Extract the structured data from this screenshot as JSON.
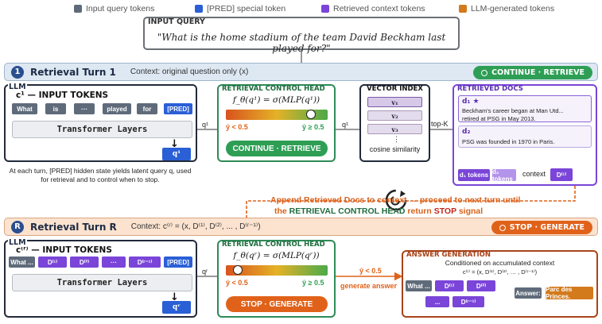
{
  "legend": [
    {
      "label": "Input query tokens",
      "color": "#5f6b7a"
    },
    {
      "label": "[PRED] special token",
      "color": "#2a5fd6"
    },
    {
      "label": "Retrieved context tokens",
      "color": "#7a45d8"
    },
    {
      "label": "LLM-generated tokens",
      "color": "#d27a1c"
    }
  ],
  "query": {
    "label": "INPUT QUERY",
    "text": "\"What is the home stadium of the team David Beckham last played for?\""
  },
  "turn1": {
    "badge": "1",
    "title": "Retrieval Turn 1",
    "context": "Context: original question only (x)",
    "status": "CONTINUE · RETRIEVE",
    "llm_tag": "LLM",
    "input_title": "c¹ — INPUT TOKENS",
    "tokens": [
      "What",
      "is",
      "···",
      "played",
      "for",
      "[PRED]"
    ],
    "transformer": "Transformer Layers",
    "q_label": "q¹",
    "edge_q_to_head": "q¹",
    "edge_q_to_index": "q¹",
    "head_title": "RETRIEVAL CONTROL HEAD",
    "formula": "f_θ(q¹) = σ(MLP(q¹))",
    "thr_low": "ŷ < 0.5",
    "thr_high": "ŷ ≥ 0.5",
    "action": "CONTINUE · RETRIEVE",
    "index_title": "VECTOR INDEX",
    "vectors": [
      "v₁",
      "v₂",
      "v₃"
    ],
    "vec_dots": "⋮",
    "cosine": "cosine similarity",
    "topk": "top-K",
    "docs_title": "RETRIEVED DOCS",
    "doc1_head": "d₁ ★",
    "doc1_text": "Beckham's career began at Man Utd... retired at PSG in May 2013.",
    "doc2_head": "d₂",
    "doc2_text": "PSG was founded in 1970 in Paris.",
    "d1_tokens": "d₁ tokens",
    "d2_tokens": "d₂ tokens",
    "context_word": "context",
    "context_token": "D⁽¹⁾",
    "note": "At each turn, [PRED] hidden state yields latent query q, used for retrieval and to control when to stop."
  },
  "append_line1": "Append Retrieved Docs to context → proceed to next turn until",
  "append_line2_pre": "the ",
  "append_line2_head": "RETRIEVAL CONTROL HEAD",
  "append_line2_mid": " return ",
  "append_line2_stop": "STOP",
  "append_line2_post": " signal",
  "turnR": {
    "badge": "R",
    "title": "Retrieval Turn R",
    "context": "Context: c⁽ʳ⁾ = (x, D⁽¹⁾, D⁽²⁾, ... , D⁽ʳ⁻¹⁾)",
    "status": "STOP · GENERATE",
    "llm_tag": "LLM",
    "input_title": "c⁽ʳ⁾ — INPUT TOKENS",
    "tokens": [
      "What ...",
      "D⁽¹⁾",
      "D⁽²⁾",
      "···",
      "D⁽ʳ⁻¹⁾",
      "[PRED]"
    ],
    "transformer": "Transformer Layers",
    "q_label": "qʳ",
    "edge_q_to_head": "qʳ",
    "head_title": "RETRIEVAL CONTROL HEAD",
    "formula": "f_θ(qʳ) = σ(MLP(qʳ))",
    "thr_low": "ŷ < 0.5",
    "thr_high": "ŷ ≥ 0.5",
    "action": "STOP · GENERATE",
    "edge_low": "ŷ < 0.5",
    "edge_gen": "generate answer",
    "ans_title": "ANSWER GENERATION",
    "ans_sub": "Conditioned on accumulated context",
    "ans_formula": "c⁽ʳ⁾ = (x, D⁽¹⁾, D⁽²⁾, … , D⁽ʳ⁻¹⁾)",
    "ans_tokens_row1": [
      "What ...",
      "D⁽¹⁾",
      "D⁽²⁾"
    ],
    "ans_tokens_row2": [
      "...",
      "D⁽ʳ⁻¹⁾"
    ],
    "answer_label": "Answer:",
    "answer": "Parc des Princes."
  },
  "colors": {
    "blue_badge": "#2a4f8f",
    "green": "#2e9e55",
    "orange": "#e0621a",
    "orange_badge": "#d9621c"
  }
}
